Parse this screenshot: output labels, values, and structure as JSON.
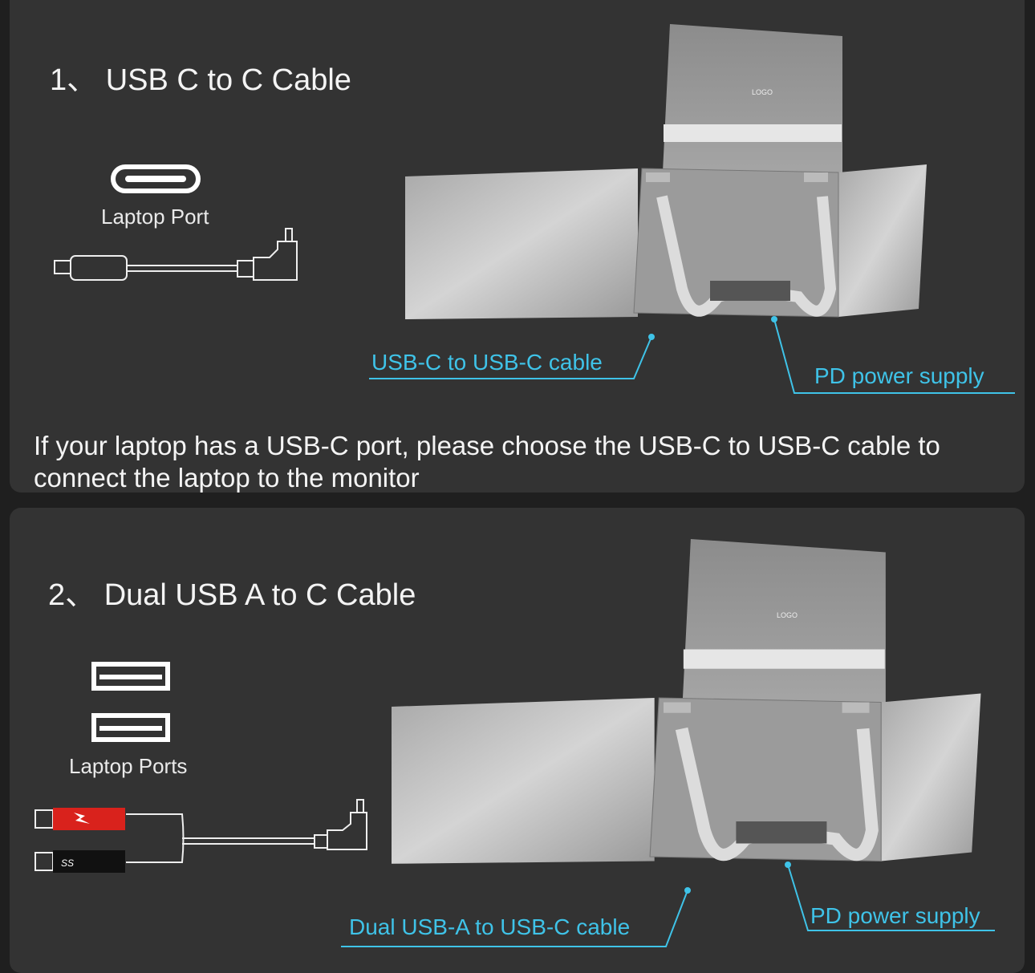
{
  "section1": {
    "title": "1、 USB C to C Cable",
    "port_label": "Laptop Port",
    "cable_callout": "USB-C to USB-C cable",
    "power_callout": "PD power supply",
    "description": "If your laptop has a USB-C port, please choose the USB-C to USB-C cable to connect the laptop to the monitor",
    "logo_text": "LOGO"
  },
  "section2": {
    "title": "2、 Dual USB A to C Cable",
    "port_label": "Laptop Ports",
    "cable_callout": "Dual USB-A to USB-C cable",
    "power_callout": "PD power supply",
    "logo_text": "LOGO",
    "plug_label": "SS"
  },
  "colors": {
    "accent": "#3fc3e8",
    "panel": "#333333",
    "plug_red": "#d9221c"
  }
}
